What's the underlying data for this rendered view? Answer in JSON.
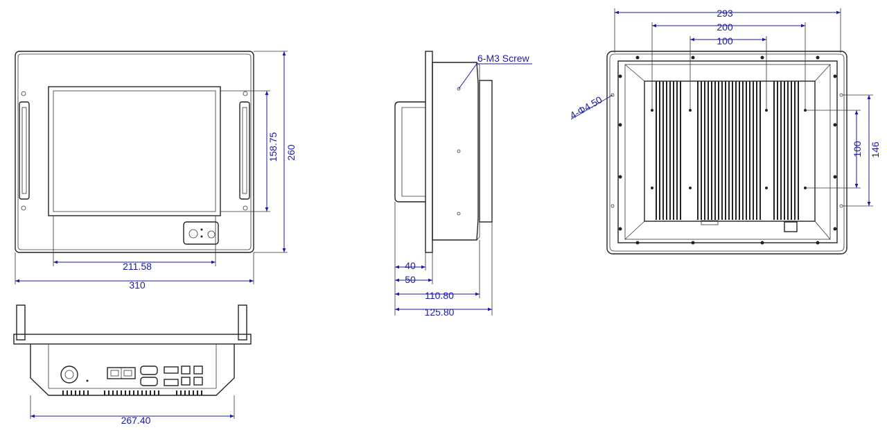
{
  "colors": {
    "line": "#222222",
    "dimension": "#1a1aa6",
    "background": "#ffffff"
  },
  "front_view": {
    "width_label": "310",
    "height_label": "260",
    "display_width_label": "211.58",
    "display_height_label": "158.75"
  },
  "bottom_view": {
    "width_label": "267.40"
  },
  "side_view": {
    "screw_label": "6-M3 Screw",
    "dims": [
      "40",
      "50",
      "110.80",
      "125.80"
    ]
  },
  "rear_view": {
    "horizontal_dims": [
      "293",
      "200",
      "100"
    ],
    "vertical_dims": [
      "100",
      "146"
    ],
    "hole_label": "4-Φ4.50"
  }
}
